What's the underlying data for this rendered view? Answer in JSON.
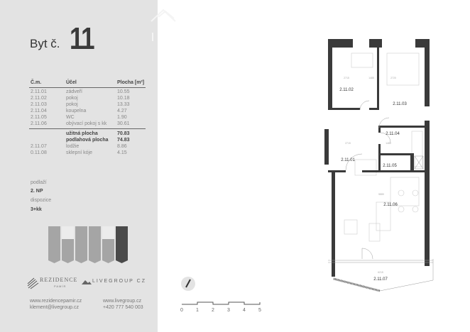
{
  "header": {
    "title": "Byt č.",
    "number": "11"
  },
  "table": {
    "columns": [
      "Č.m.",
      "Účel",
      "Plocha [m²]"
    ],
    "rows": [
      [
        "2.11.01",
        "zádveří",
        "10.55"
      ],
      [
        "2.11.02",
        "pokoj",
        "10.18"
      ],
      [
        "2.11.03",
        "pokoj",
        "13.33"
      ],
      [
        "2.11.04",
        "koupelna",
        "4.27"
      ],
      [
        "2.11.05",
        "WC",
        "1.90"
      ],
      [
        "2.11.06",
        "obývací pokoj s kk",
        "30.61"
      ]
    ],
    "totals": [
      [
        "užitná plocha",
        "70.83"
      ],
      [
        "podlahová plocha",
        "74.83"
      ]
    ],
    "extra_rows": [
      [
        "2.11.07",
        "lodžie",
        "8.86"
      ],
      [
        "0.11.08",
        "sklepní kóje",
        "4.15"
      ]
    ]
  },
  "info": {
    "floor_label": "podlaží",
    "floor_value": "2. NP",
    "layout_label": "dispozice",
    "layout_value": "3+kk"
  },
  "logos": {
    "rezidence": "REZIDENCE",
    "rezidence_sub": "PAMÍR",
    "livegroup": "LIVEGROUP CZ"
  },
  "contacts": {
    "web1": "www.rezidencepamir.cz",
    "email": "klement@livegroup.cz",
    "web2": "www.livegroup.cz",
    "phone": "+420 777 540 003"
  },
  "plan": {
    "rooms": [
      "2.11.01",
      "2.11.02",
      "2.11.03",
      "2.11.04",
      "2.11.05",
      "2.11.06",
      "2.11.07"
    ],
    "dims": [
      "2715",
      "1485",
      "2720",
      "2715",
      "1485",
      "5889",
      "6215"
    ]
  },
  "scale": {
    "ticks": [
      "0",
      "1",
      "2",
      "3",
      "4",
      "5"
    ]
  },
  "colors": {
    "sidebar": "#e3e3e3",
    "wall": "#3a3a3a",
    "highlight_block": "#4a4a4a",
    "block": "#a5a5a5"
  }
}
